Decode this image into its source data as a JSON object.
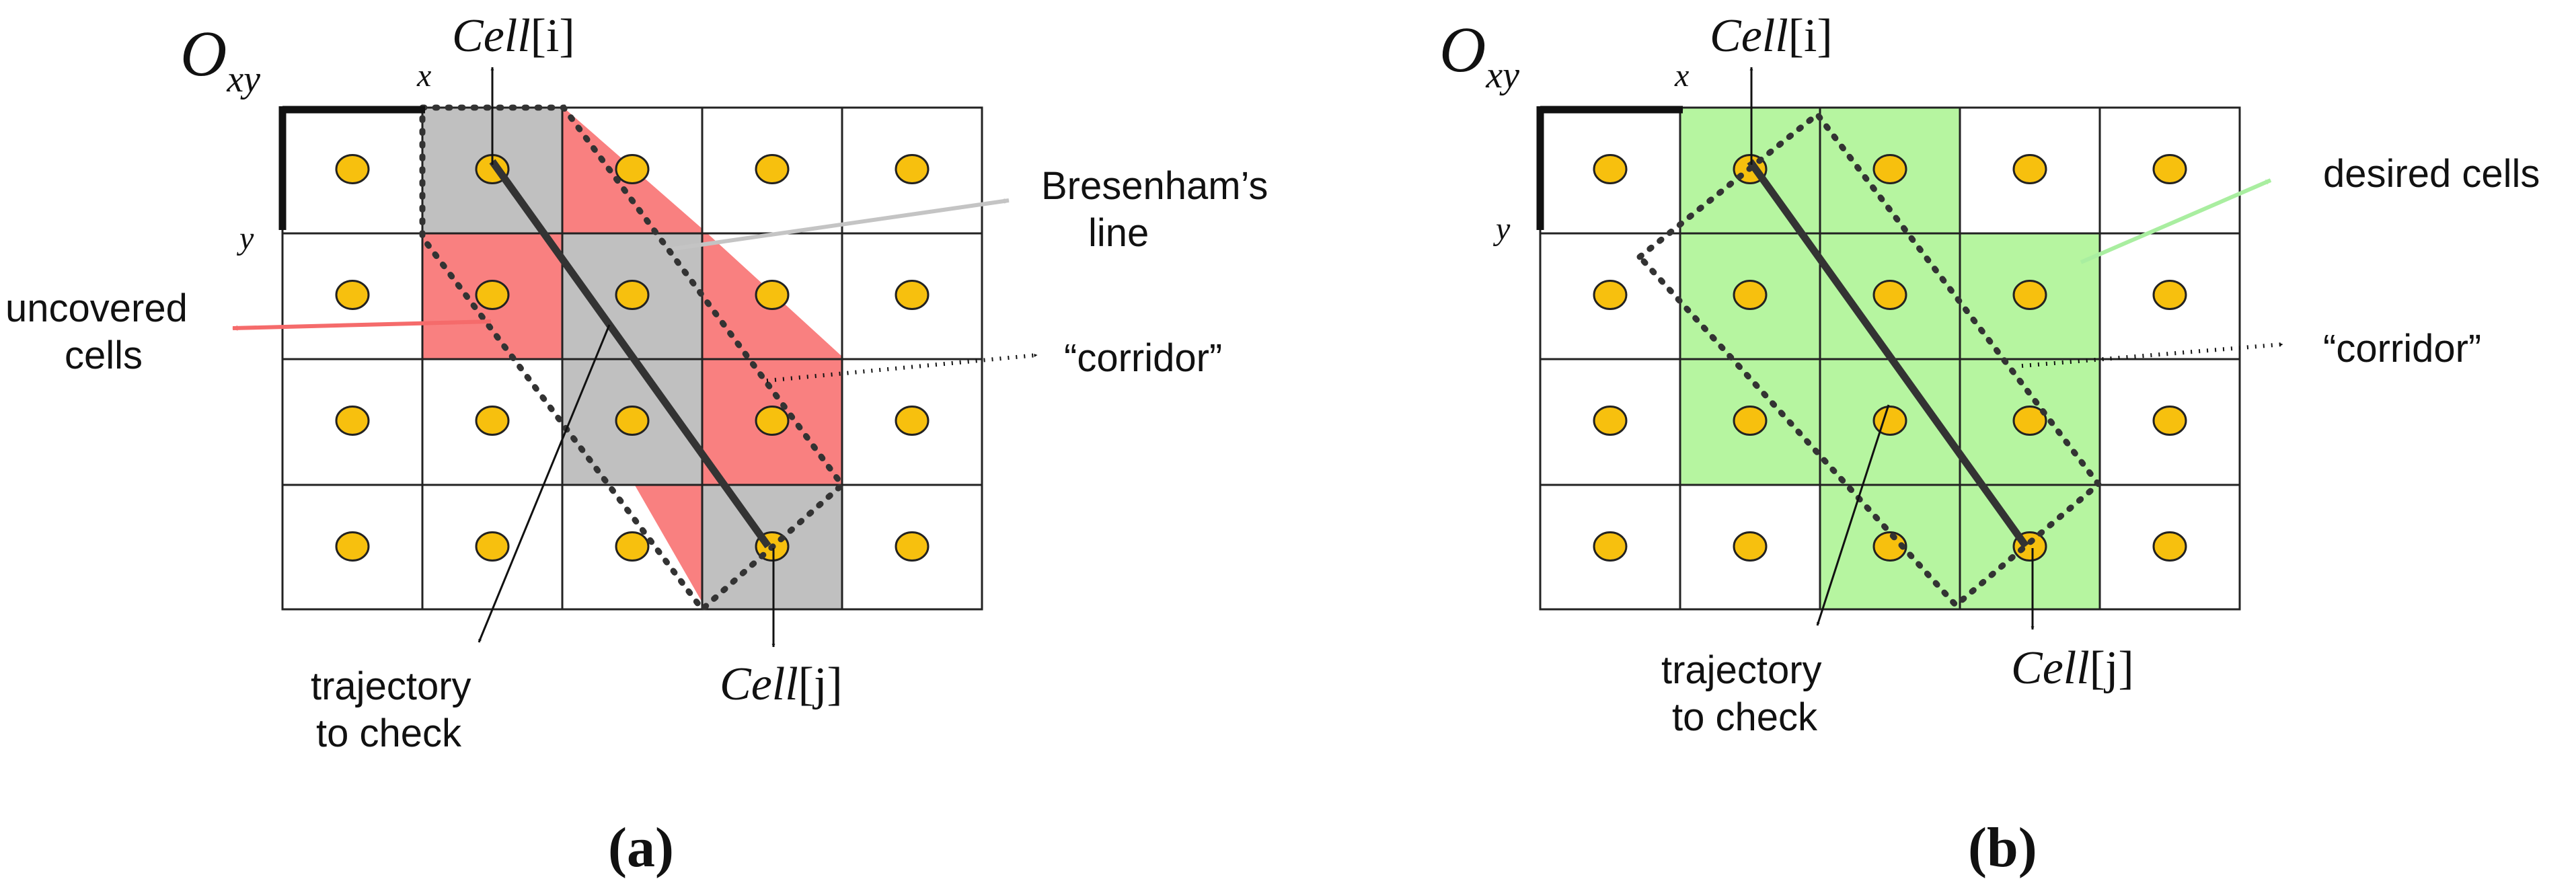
{
  "colors": {
    "dot": "#f7c00e",
    "gray_fill": "#c0c0c0",
    "red_fill": "#f98080",
    "green_fill": "#b6f5a0",
    "bresenham_arrow": "#c4c4c4",
    "uncovered_arrow": "#f56b6b",
    "desired_arrow": "#a9eea0"
  },
  "panel_a": {
    "origin": "O",
    "origin_sub": "xy",
    "axis_x": "x",
    "axis_y": "y",
    "cell_i_name": "Cell",
    "cell_i_index": "[i]",
    "cell_j_name": "Cell",
    "cell_j_index": "[j]",
    "bresenham_line1": "Bresenham’s",
    "bresenham_line2": "line",
    "uncovered_line1": "uncovered",
    "uncovered_line2": "cells",
    "corridor": "“corridor”",
    "trajectory_line1": "trajectory",
    "trajectory_line2": "to check",
    "label": "(a)",
    "label_open": "(",
    "label_letter": "a",
    "label_close": ")"
  },
  "panel_b": {
    "origin": "O",
    "origin_sub": "xy",
    "axis_x": "x",
    "axis_y": "y",
    "cell_i_name": "Cell",
    "cell_i_index": "[i]",
    "cell_j_name": "Cell",
    "cell_j_index": "[j]",
    "desired": "desired cells",
    "corridor": "“corridor”",
    "trajectory_line1": "trajectory",
    "trajectory_line2": "to check",
    "label": "(b)",
    "label_open": "(",
    "label_letter": "b",
    "label_close": ")"
  }
}
